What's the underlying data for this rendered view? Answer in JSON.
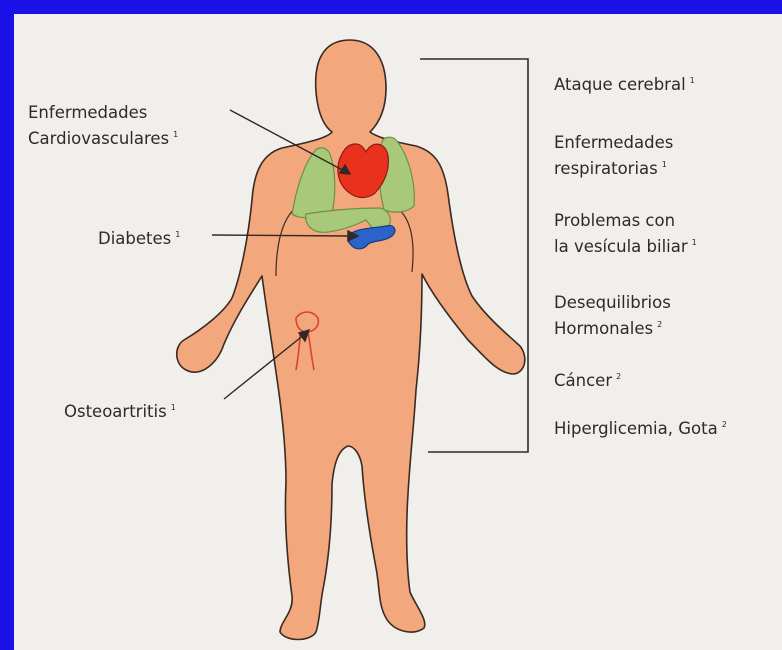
{
  "colors": {
    "frame": "#1a10e8",
    "background": "#f1efeb",
    "body_fill": "#f2a77c",
    "body_outline": "#3a2a22",
    "lungs": "#a9c97a",
    "heart": "#e8321e",
    "pancreas": "#2b63c8",
    "joint": "#d9442e",
    "text": "#2f2a26"
  },
  "left_labels": {
    "cardio": {
      "line1": "Enfermedades",
      "line2": "Cardiovasculares",
      "sup": "1"
    },
    "diabetes": {
      "line1": "Diabetes",
      "sup": "1"
    },
    "osteo": {
      "line1": "Osteoartritis",
      "sup": "1"
    }
  },
  "right_labels": [
    {
      "line1": "Ataque cerebral",
      "line2": "",
      "sup": "1"
    },
    {
      "line1": "Enfermedades",
      "line2": "respiratorias",
      "sup": "1"
    },
    {
      "line1": "Problemas con",
      "line2": "la vesícula biliar",
      "sup": "1"
    },
    {
      "line1": "Desequilibrios",
      "line2": "Hormonales",
      "sup": "2"
    },
    {
      "line1": "Cáncer",
      "line2": "",
      "sup": "2"
    },
    {
      "line1": "Hiperglicemia, Gota",
      "line2": "",
      "sup": "2"
    }
  ],
  "icons": {
    "body": "human-body-silhouette",
    "heart": "heart-icon",
    "lungs": "lungs-icon",
    "pancreas": "pancreas-icon",
    "joint": "hip-joint-icon"
  }
}
